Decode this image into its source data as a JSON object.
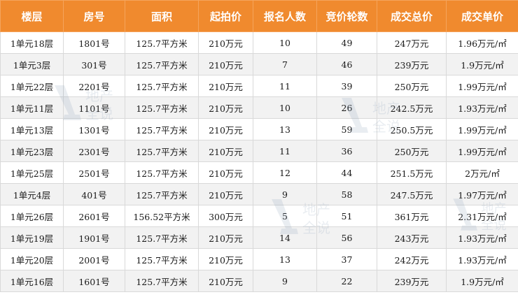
{
  "table": {
    "headers": [
      "楼层",
      "房号",
      "面积",
      "起拍价",
      "报名人数",
      "竞价轮数",
      "成交总价",
      "成交单价"
    ],
    "rows": [
      [
        "1单元18层",
        "1801号",
        "125.7平方米",
        "210万元",
        "10",
        "49",
        "247万元",
        "1.96万元/㎡"
      ],
      [
        "1单元3层",
        "301号",
        "125.7平方米",
        "210万元",
        "7",
        "46",
        "239万元",
        "1.9万元/㎡"
      ],
      [
        "1单元22层",
        "2201号",
        "125.7平方米",
        "210万元",
        "11",
        "39",
        "250万元",
        "1.99万元/㎡"
      ],
      [
        "1单元11层",
        "1101号",
        "125.7平方米",
        "210万元",
        "10",
        "26",
        "242.5万元",
        "1.93万元/㎡"
      ],
      [
        "1单元13层",
        "1301号",
        "125.7平方米",
        "210万元",
        "13",
        "59",
        "250.5万元",
        "1.99万元/㎡"
      ],
      [
        "1单元23层",
        "2301号",
        "125.7平方米",
        "210万元",
        "11",
        "36",
        "250万元",
        "1.99万元/㎡"
      ],
      [
        "1单元25层",
        "2501号",
        "125.7平方米",
        "210万元",
        "12",
        "44",
        "251.5万元",
        "2万元/㎡"
      ],
      [
        "1单元4层",
        "401号",
        "125.7平方米",
        "210万元",
        "9",
        "58",
        "247.5万元",
        "1.97万元/㎡"
      ],
      [
        "1单元26层",
        "2601号",
        "156.52平方米",
        "300万元",
        "5",
        "51",
        "361万元",
        "2.31万元/㎡"
      ],
      [
        "1单元19层",
        "1901号",
        "125.7平方米",
        "210万元",
        "14",
        "56",
        "243万元",
        "1.93万元/㎡"
      ],
      [
        "1单元20层",
        "2001号",
        "125.7平方米",
        "210万元",
        "13",
        "37",
        "242万元",
        "1.93万元/㎡"
      ],
      [
        "1单元16层",
        "1601号",
        "125.7平方米",
        "210万元",
        "9",
        "22",
        "239万元",
        "1.9万元/㎡"
      ]
    ]
  },
  "watermark": {
    "text_a": "地产",
    "text_b": "全说",
    "color": "#8aa0b8"
  },
  "colors": {
    "header_bg": "#f08a2e",
    "header_text": "#ffffff",
    "stripe": "#f2f2f2"
  }
}
